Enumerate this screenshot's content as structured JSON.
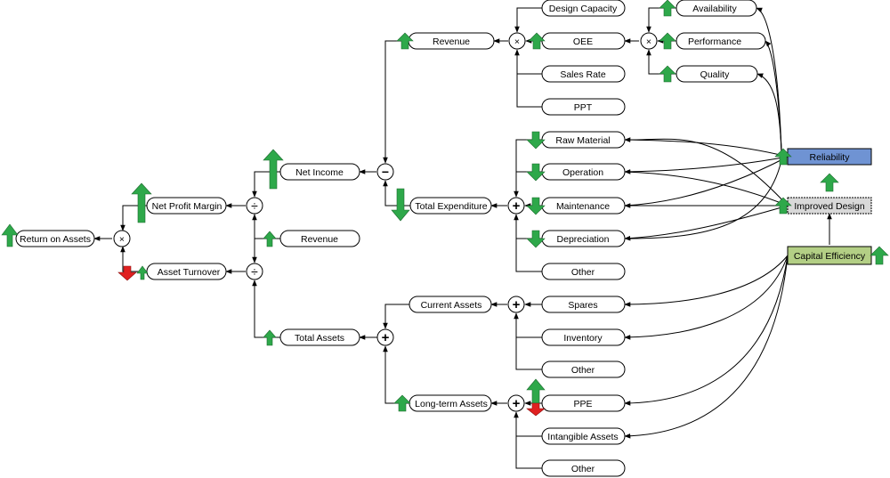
{
  "colors": {
    "up_arrow": "#2ea84a",
    "down_arrow": "#2ea84a",
    "red_arrow": "#e02020",
    "reliability_fill": "#6f93d3",
    "improved_design_fill": "#d9d9d9",
    "capital_efficiency_fill": "#b3cf85"
  },
  "nodes": {
    "return_on_assets": "Return on Assets",
    "net_profit_margin": "Net Profit Margin",
    "asset_turnover": "Asset Turnover",
    "net_income": "Net Income",
    "revenue_mid": "Revenue",
    "total_assets": "Total Assets",
    "revenue_top": "Revenue",
    "total_expenditure": "Total Expenditure",
    "current_assets": "Current Assets",
    "long_term_assets": "Long-term Assets",
    "design_capacity": "Design Capacity",
    "oee": "OEE",
    "sales_rate": "Sales Rate",
    "ppt": "PPT",
    "availability": "Availability",
    "performance": "Performance",
    "quality": "Quality",
    "raw_material": "Raw Material",
    "operation": "Operation",
    "maintenance": "Maintenance",
    "depreciation": "Depreciation",
    "other_expenditure": "Other",
    "spares": "Spares",
    "inventory": "Inventory",
    "other_current": "Other",
    "ppe": "PPE",
    "intangible_assets": "Intangible Assets",
    "other_longterm": "Other",
    "reliability": "Reliability",
    "improved_design": "Improved Design",
    "capital_efficiency": "Capital Efficiency"
  },
  "operators": {
    "roa": "×",
    "npm": "÷",
    "at": "÷",
    "ni": "−",
    "ta": "+",
    "rev": "×",
    "oee": "×",
    "te": "+",
    "ca": "+",
    "lta": "+"
  }
}
